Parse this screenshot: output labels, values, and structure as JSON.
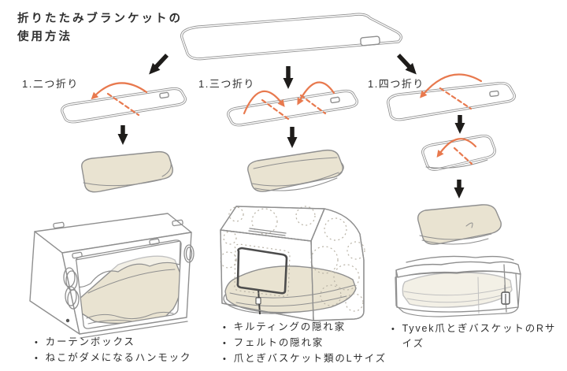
{
  "title": {
    "line1": "折りたたみブランケットの",
    "line2": "使用方法"
  },
  "bullet_glyph": "•",
  "steps": [
    {
      "label": "1.二つ折り",
      "products": [
        "カーテンボックス",
        "ねこがダメになるハンモック"
      ]
    },
    {
      "label": "1.三つ折り",
      "products": [
        "キルティングの隠れ家",
        "フェルトの隠れ家",
        "爪とぎバスケット類のLサイズ"
      ]
    },
    {
      "label": "1.四つ折り",
      "products": [
        "Tyvek爪とぎバスケットのRサイズ"
      ]
    }
  ],
  "colors": {
    "accent_orange": "#e8794e",
    "blanket_beige": "#e9e3d1",
    "outline_gray": "#8f8f8f",
    "arrow_black": "#1e1c1a",
    "text": "#2f2f2f",
    "background": "#ffffff"
  }
}
